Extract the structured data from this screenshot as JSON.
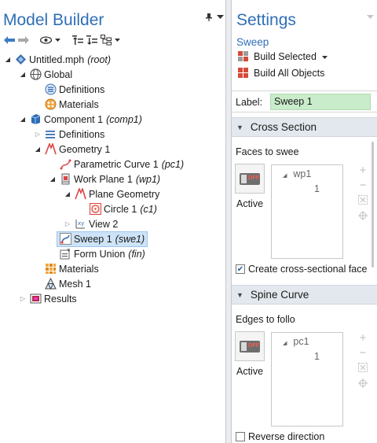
{
  "model_builder": {
    "title": "Model Builder",
    "tree": [
      {
        "label": "Untitled.mph",
        "tag": "(root)"
      },
      {
        "label": "Global",
        "tag": ""
      },
      {
        "label": "Definitions",
        "tag": ""
      },
      {
        "label": "Materials",
        "tag": ""
      },
      {
        "label": "Component 1",
        "tag": "(comp1)"
      },
      {
        "label": "Definitions",
        "tag": ""
      },
      {
        "label": "Geometry 1",
        "tag": ""
      },
      {
        "label": "Parametric Curve 1",
        "tag": "(pc1)"
      },
      {
        "label": "Work Plane 1",
        "tag": "(wp1)"
      },
      {
        "label": "Plane Geometry",
        "tag": ""
      },
      {
        "label": "Circle 1",
        "tag": "(c1)"
      },
      {
        "label": "View 2",
        "tag": ""
      },
      {
        "label": "Sweep 1",
        "tag": "(swe1)"
      },
      {
        "label": "Form Union",
        "tag": "(fin)"
      },
      {
        "label": "Materials",
        "tag": ""
      },
      {
        "label": "Mesh 1",
        "tag": ""
      },
      {
        "label": "Results",
        "tag": ""
      }
    ]
  },
  "settings": {
    "title": "Settings",
    "subtitle": "Sweep",
    "build_selected": "Build Selected",
    "build_all": "Build All Objects",
    "label_caption": "Label:",
    "label_value": "Sweep 1",
    "cross_section": {
      "header": "Cross Section",
      "faces_caption": "Faces to swee",
      "active_label": "Active",
      "off_text": "OFF",
      "list_parent": "wp1",
      "list_child": "1",
      "checkbox_label": "Create cross-sectional face"
    },
    "spine_curve": {
      "header": "Spine Curve",
      "edges_caption": "Edges to follo",
      "active_label": "Active",
      "off_text": "OFF",
      "list_parent": "pc1",
      "list_child": "1",
      "checkbox_label": "Reverse direction"
    }
  },
  "colors": {
    "title_blue": "#2f6fb7",
    "label_field_green": "#c9eccb",
    "selection_blue": "#cde3f7",
    "section_header": "#e3e8ee"
  },
  "icons": [
    "back-arrow-icon",
    "forward-arrow-icon",
    "show-icon",
    "collapse-icon",
    "expand-icon",
    "tree-options-icon",
    "pin-icon",
    "minimize-icon"
  ]
}
